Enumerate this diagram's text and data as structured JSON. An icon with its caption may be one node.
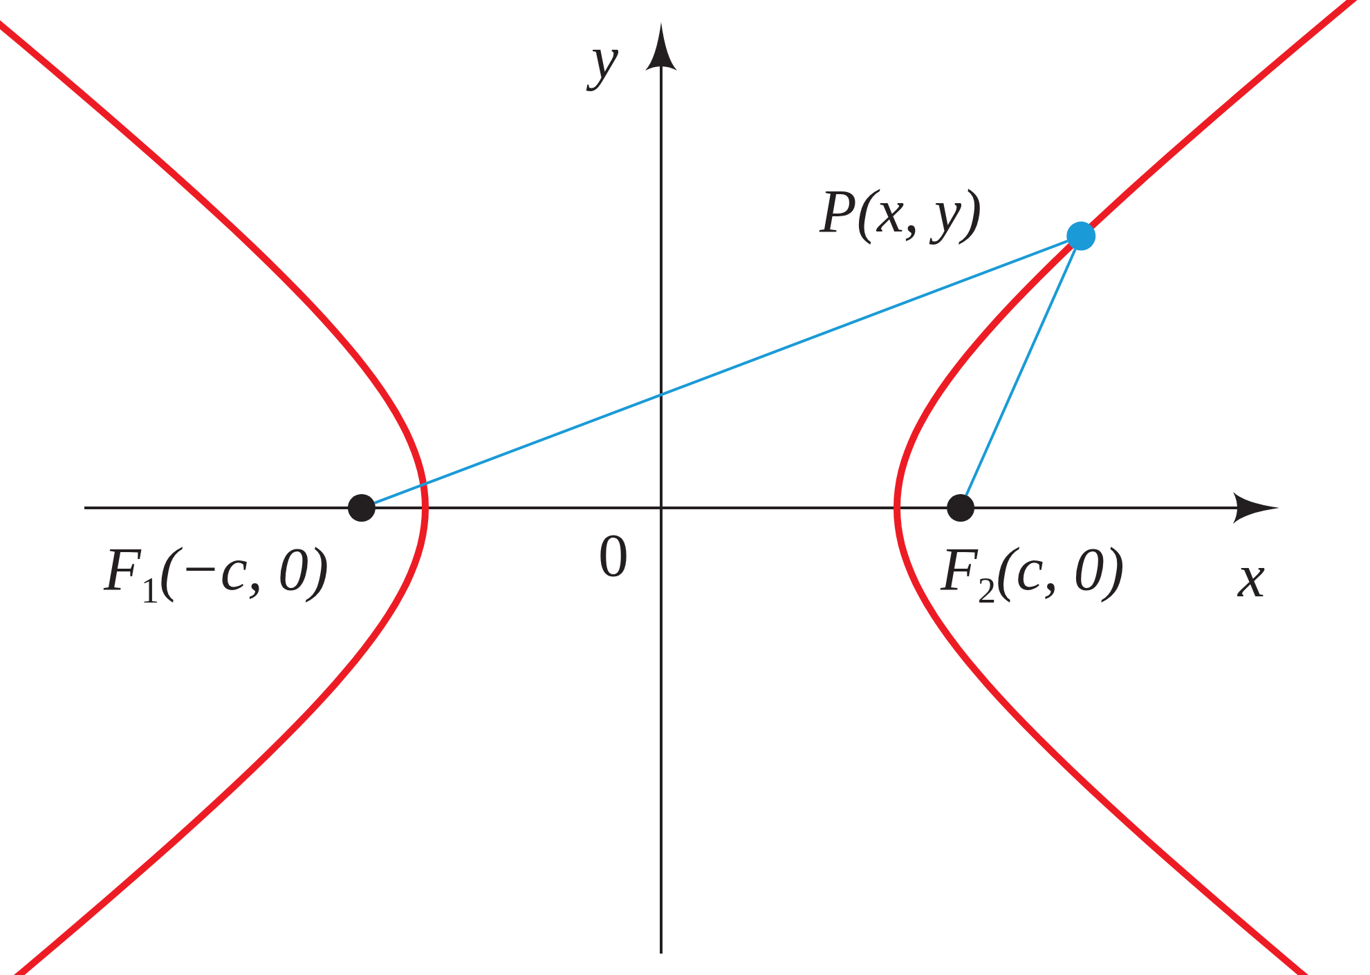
{
  "diagram": {
    "nodes": [
      {
        "text": [],
        "shape": "circle",
        "beside": [
          "F$_{1}$(−c, 0)"
        ]
      },
      {
        "text": [],
        "shape": "circle",
        "beside": [
          "P(x, y)"
        ]
      },
      {
        "text": [],
        "shape": "circle",
        "beside": [
          "F$_{2}$(c, 0)"
        ]
      }
    ],
    "edges": [
      {
        "from": 0,
        "to": 1,
        "arrow": "none"
      },
      {
        "from": 2,
        "to": 1,
        "arrow": "none"
      }
    ],
    "labels": [
      "y",
      "0",
      "x"
    ]
  }
}
